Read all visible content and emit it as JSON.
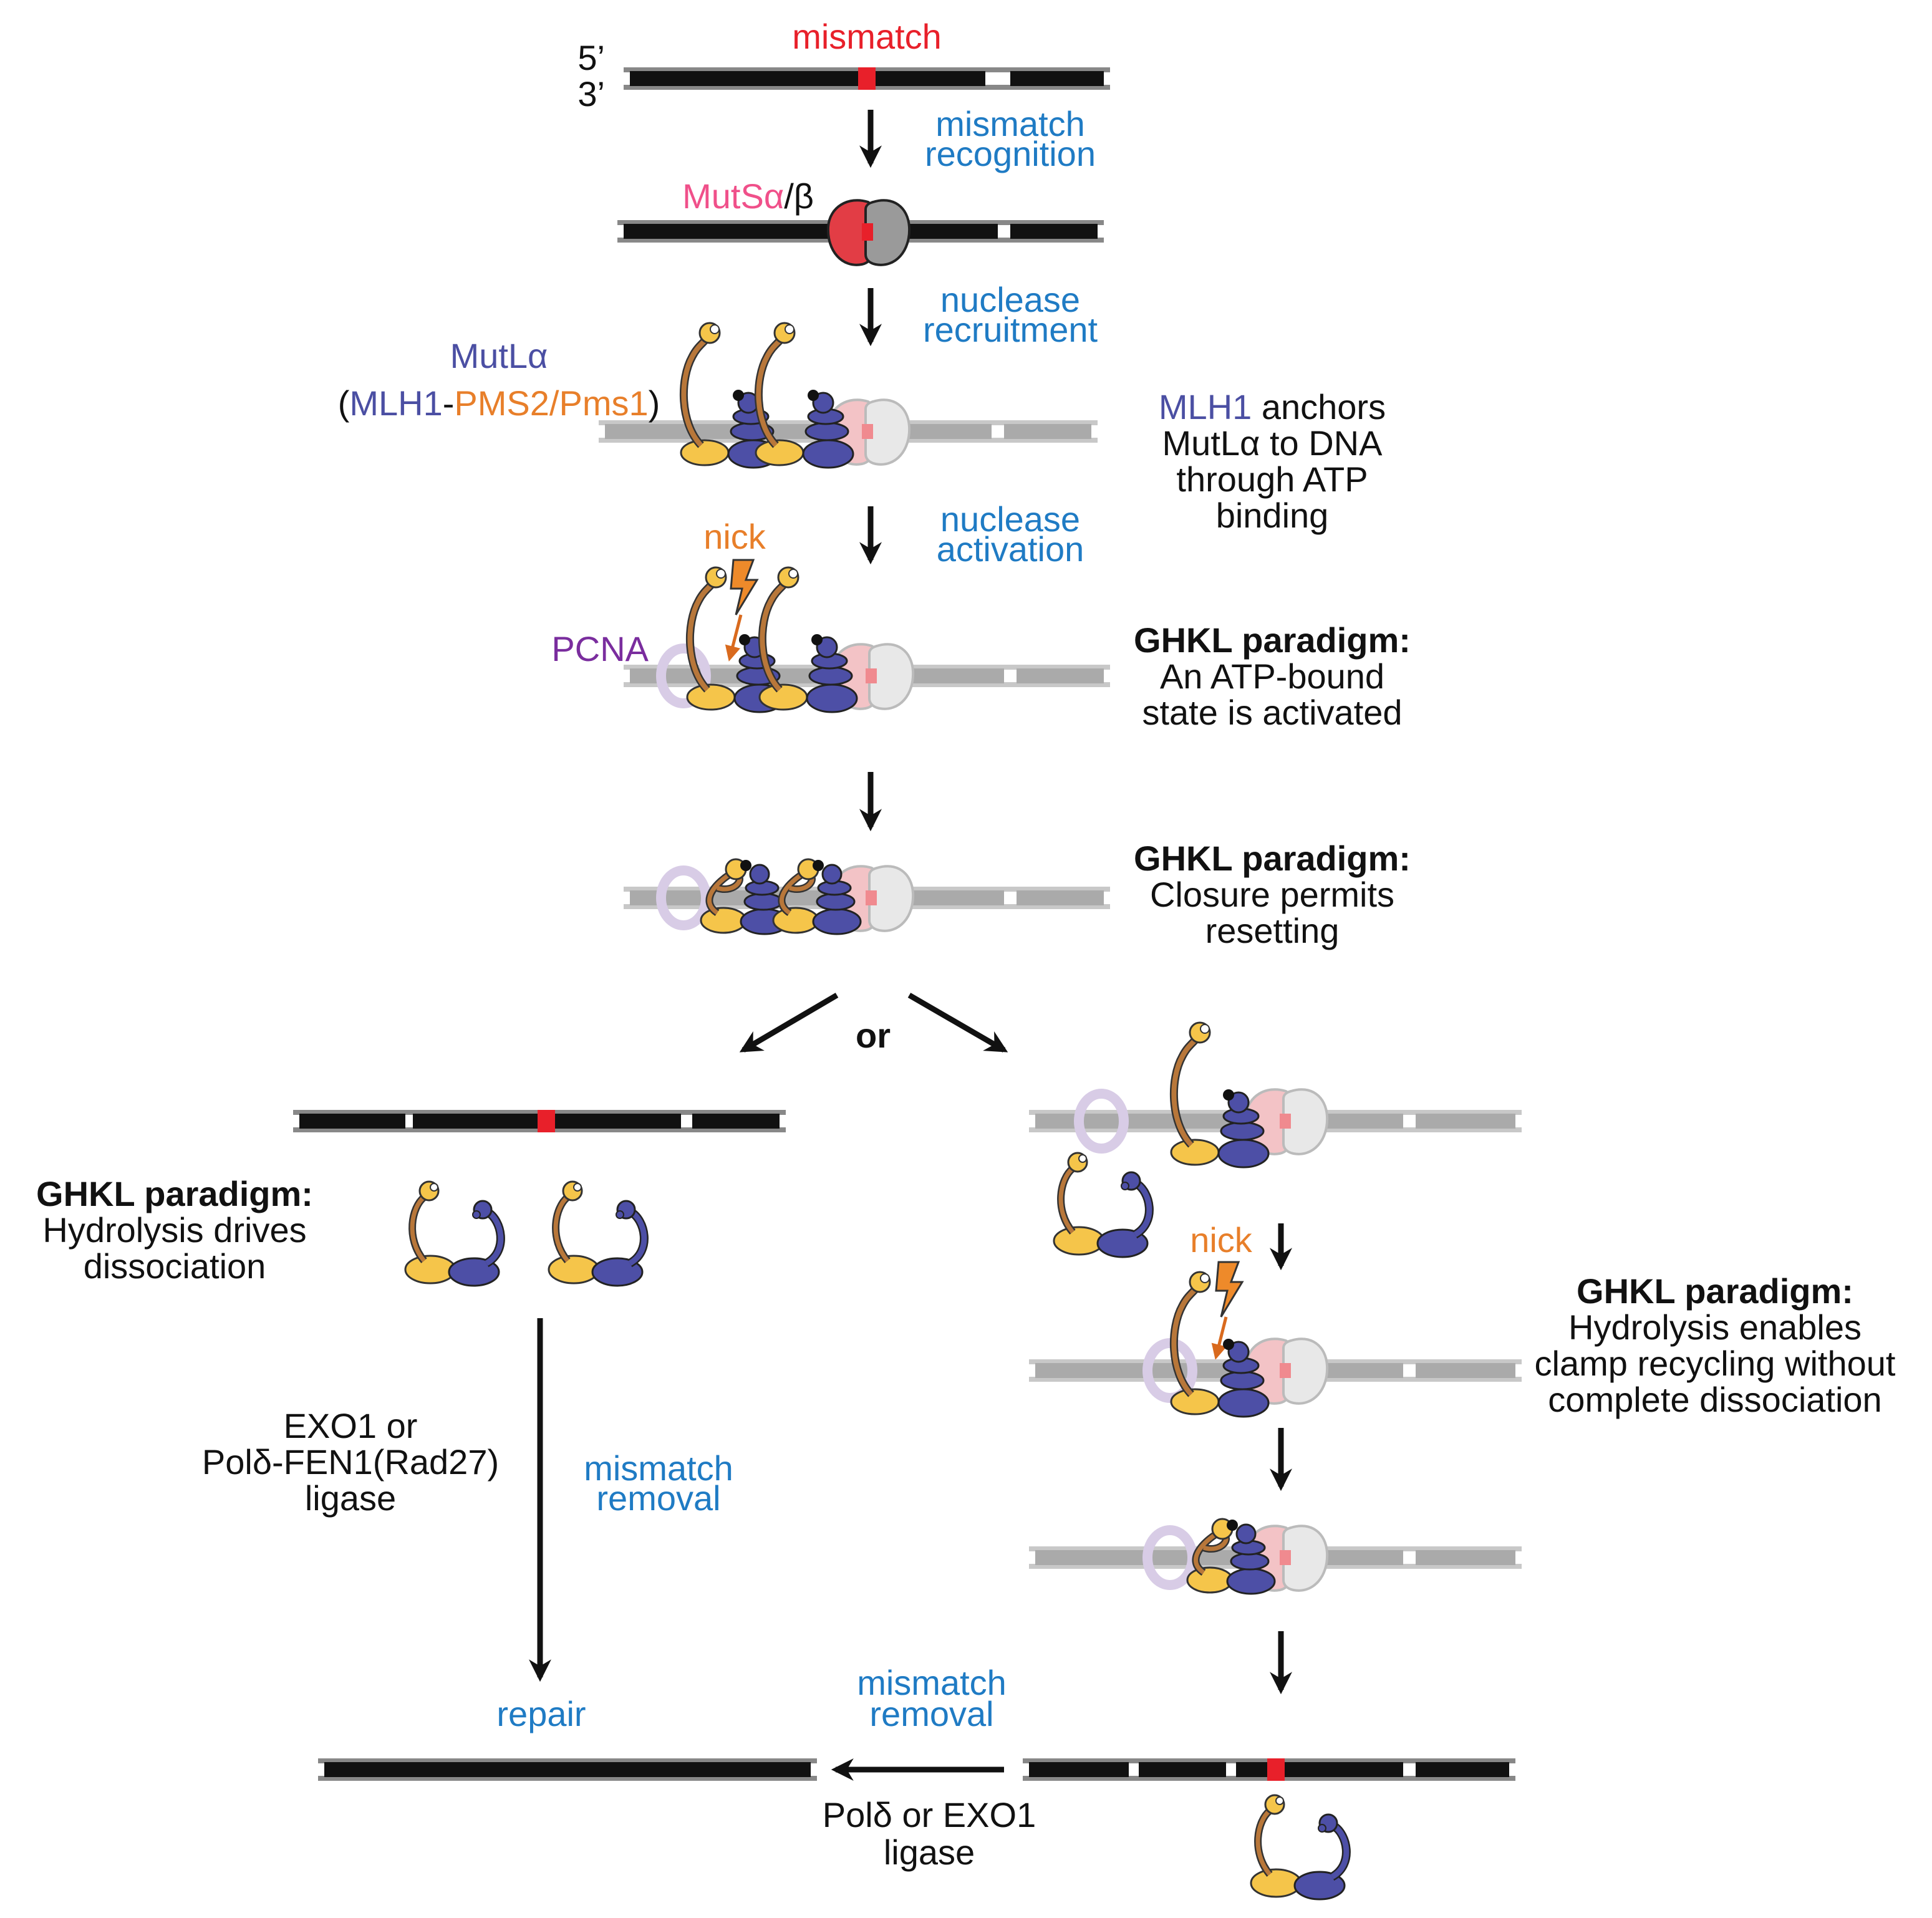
{
  "top": {
    "mismatch_label": "mismatch",
    "strand_5": "5’",
    "strand_3": "3’"
  },
  "steps": {
    "recognition": [
      "mismatch",
      "recognition"
    ],
    "recruitment": [
      "nuclease",
      "recruitment"
    ],
    "activation": [
      "nuclease",
      "activation"
    ]
  },
  "labels": {
    "muts": "MutSα",
    "muts_slash": "/β",
    "mutl": "MutLα",
    "paren_open": "(",
    "mlh1": "MLH1",
    "dash": "-",
    "pms": "PMS2/Pms1",
    "paren_close": ")",
    "nick": "nick",
    "pcna": "PCNA",
    "or": "or",
    "repair": "repair"
  },
  "notes": {
    "anchor_mlh1": "MLH1",
    "anchor_rest": " anchors",
    "anchor_lines": [
      "MutLα to DNA",
      "through ATP",
      "binding"
    ],
    "ghkl_heading": "GHKL paradigm:",
    "activated": [
      "An ATP-bound",
      "state is activated"
    ],
    "closure": [
      "Closure permits",
      "resetting"
    ],
    "dissociation": [
      "Hydrolysis drives",
      "dissociation"
    ],
    "recycling": [
      "Hydrolysis enables",
      "clamp recycling without",
      "complete dissociation"
    ]
  },
  "left_branch": {
    "enzymes": [
      "EXO1 or",
      "Polδ-FEN1(Rad27)",
      "ligase"
    ],
    "removal": [
      "mismatch",
      "removal"
    ]
  },
  "bottom": {
    "removal": [
      "mismatch",
      "removal"
    ],
    "enzymes": [
      "Polδ or EXO1",
      "ligase"
    ]
  },
  "colors": {
    "mismatch": "#e8202a",
    "step_blue": "#1f7bc4",
    "muts_pink": "#f0508a",
    "mlh1_blue": "#4b4fa3",
    "pms_orange": "#e87f2a",
    "pcna_purple": "#7a2d9e",
    "pms_arm": "#b8773a",
    "pms_base": "#f5c54a",
    "mlh1_fill": "#4d4fa6",
    "dna_dark": "#111111",
    "dna_light": "#aaaaaa"
  }
}
